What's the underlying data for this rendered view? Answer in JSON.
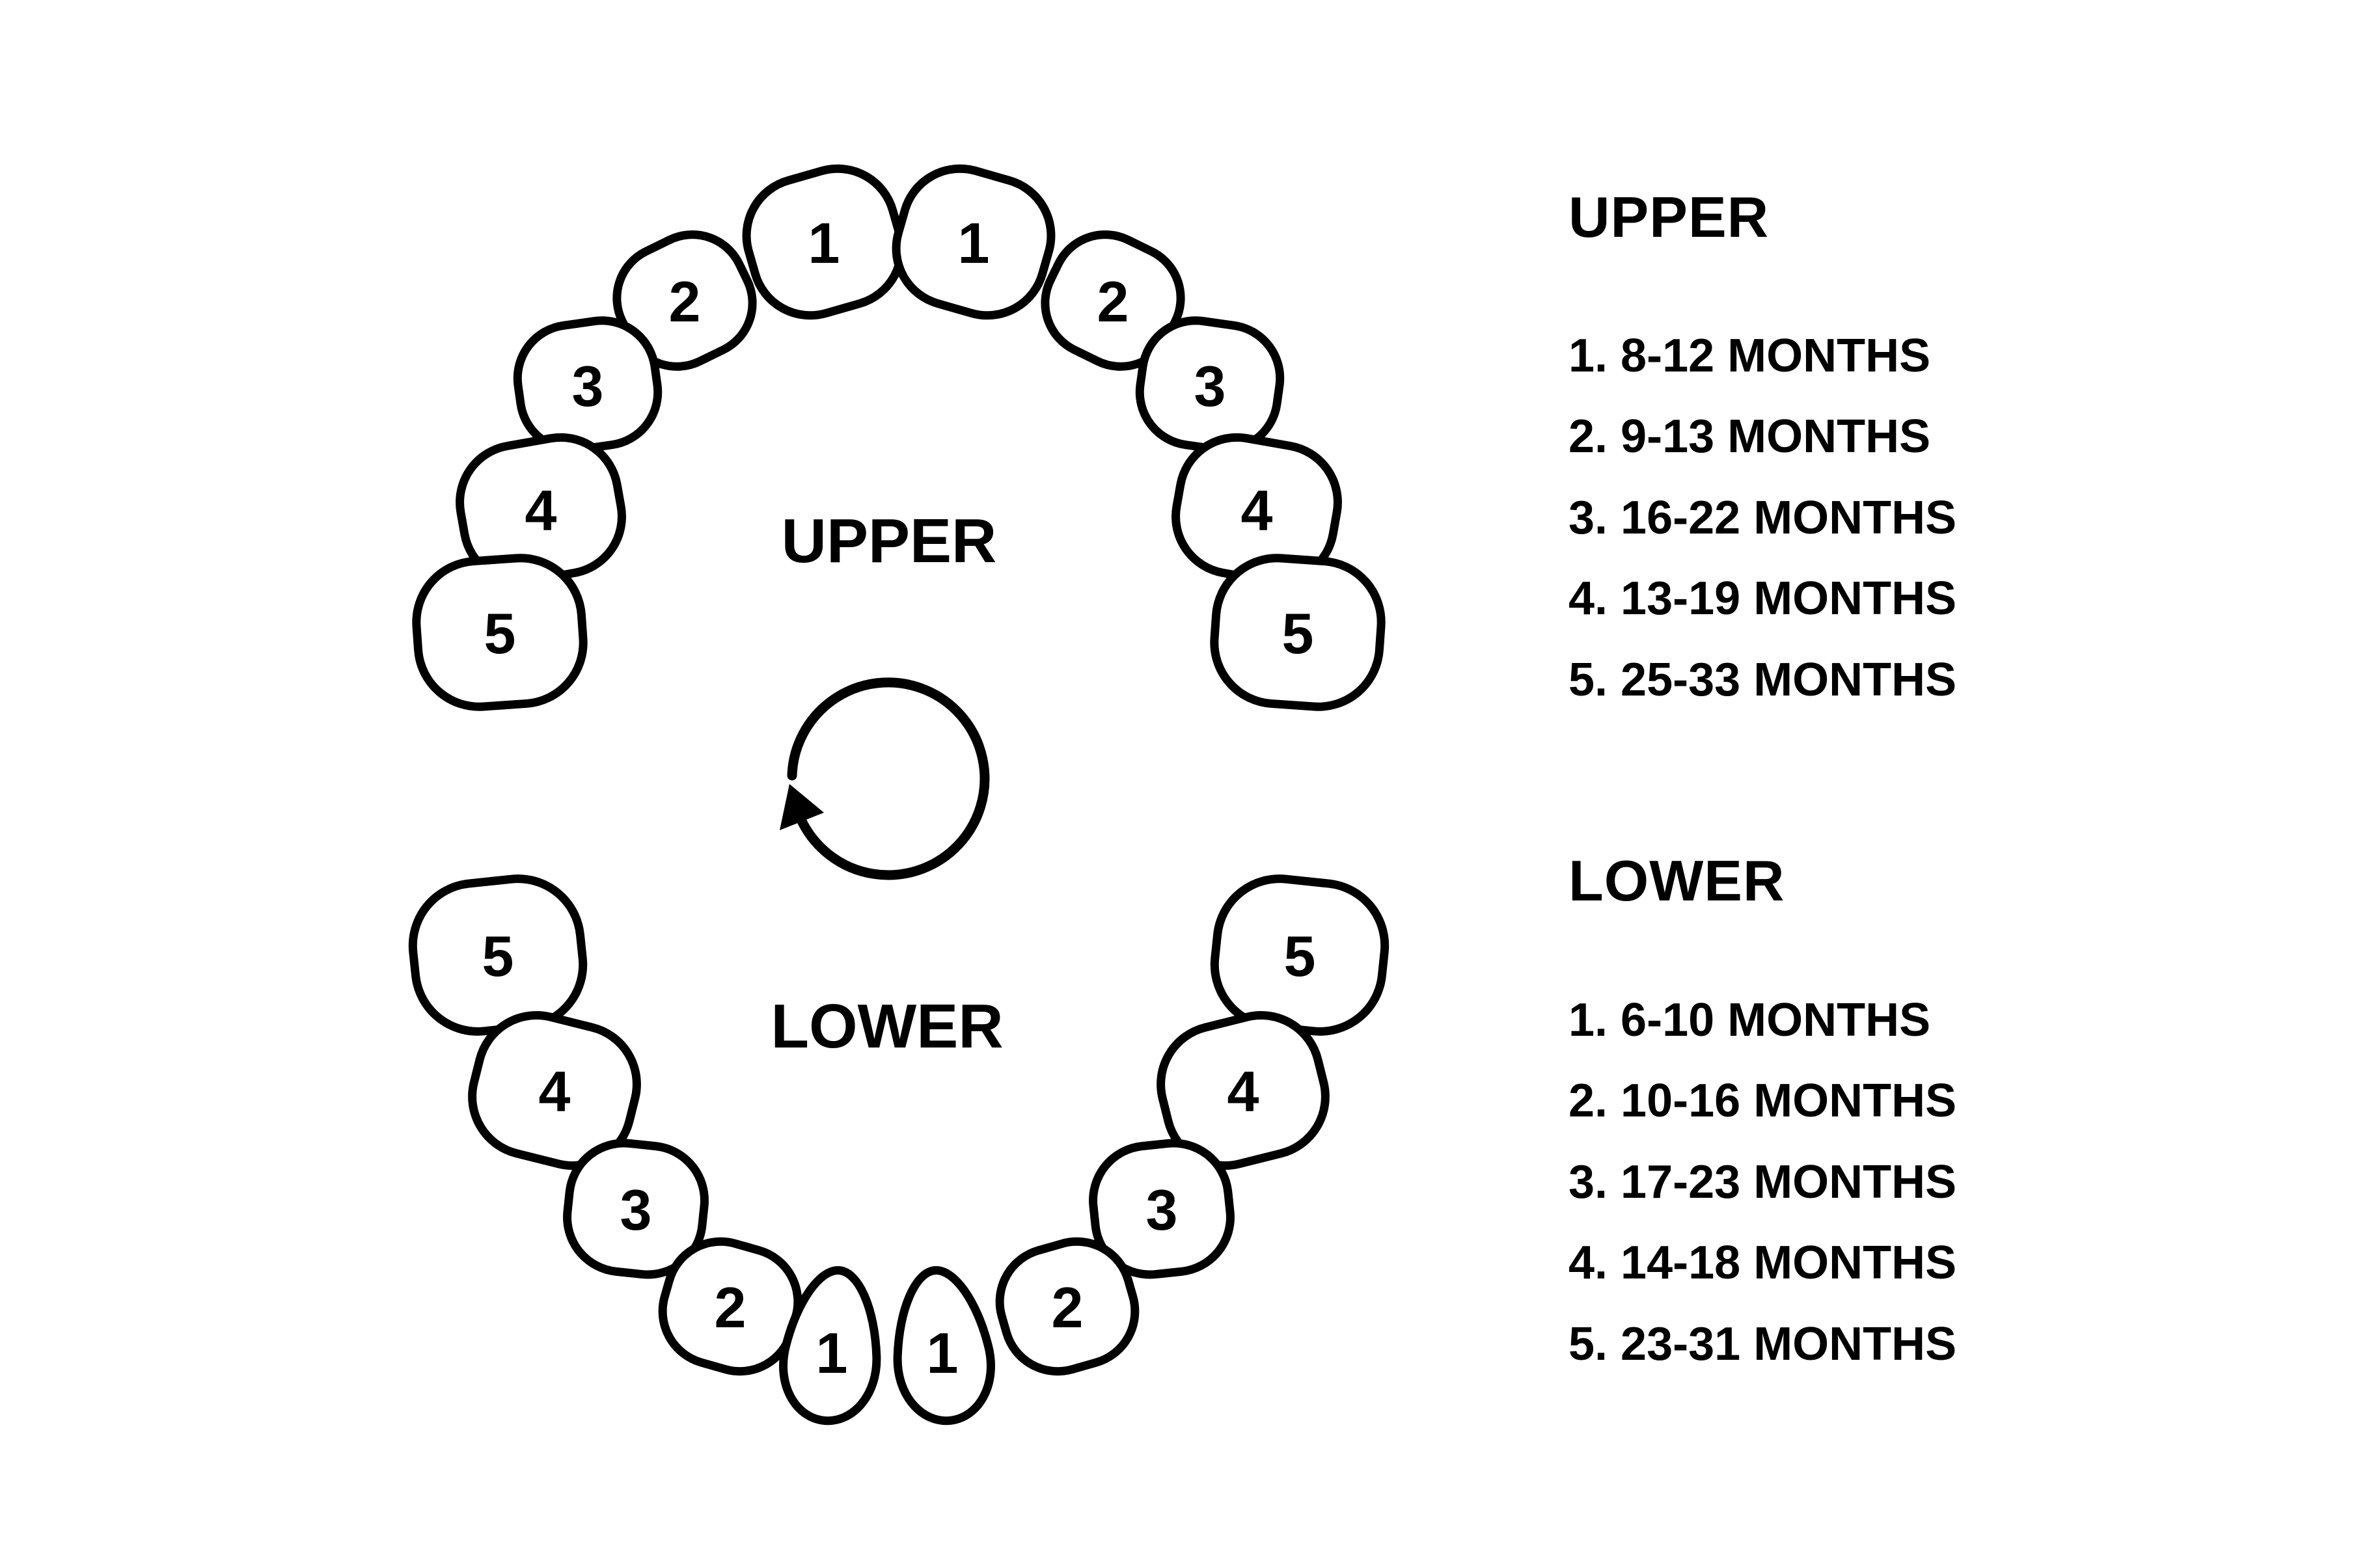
{
  "diagram": {
    "upper_arch": {
      "label": "UPPER",
      "teeth": [
        "1",
        "2",
        "3",
        "4",
        "5"
      ]
    },
    "lower_arch": {
      "label": "LOWER",
      "teeth": [
        "1",
        "2",
        "3",
        "4",
        "5"
      ]
    },
    "icons": {
      "rotation_arrow": "clockwise-circular-arrow"
    }
  },
  "legend": {
    "upper": {
      "title": "UPPER",
      "items": [
        {
          "label": "1. 8-12 MONTHS"
        },
        {
          "label": "2. 9-13 MONTHS"
        },
        {
          "label": "3. 16-22 MONTHS"
        },
        {
          "label": "4. 13-19 MONTHS"
        },
        {
          "label": "5. 25-33 MONTHS"
        }
      ]
    },
    "lower": {
      "title": "LOWER",
      "items": [
        {
          "label": "1. 6-10 MONTHS"
        },
        {
          "label": "2. 10-16 MONTHS"
        },
        {
          "label": "3. 17-23 MONTHS"
        },
        {
          "label": "4. 14-18 MONTHS"
        },
        {
          "label": "5. 23-31 MONTHS"
        }
      ]
    }
  },
  "colors": {
    "ink": "#000000",
    "background": "#ffffff"
  }
}
